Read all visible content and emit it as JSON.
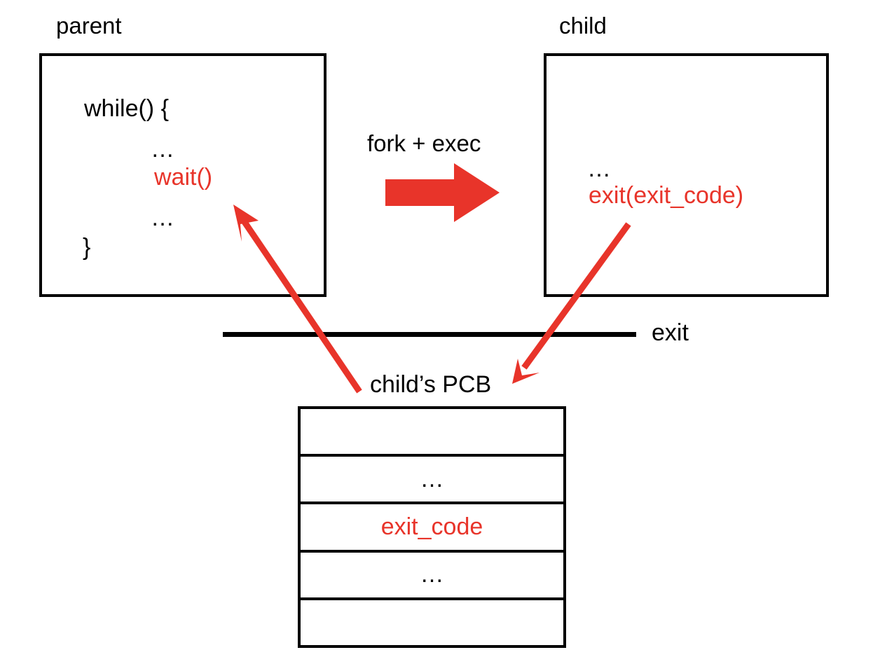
{
  "diagram": {
    "title": "fork/exec, exit and wait with child's PCB",
    "accent_red": "#E8342A",
    "line_black": "#000000"
  },
  "parent": {
    "caption": "parent",
    "code": [
      {
        "text": "while() {",
        "color": "black"
      },
      {
        "text": "…",
        "color": "black"
      },
      {
        "text": "wait()",
        "color": "red"
      },
      {
        "text": "…",
        "color": "black"
      },
      {
        "text": "}",
        "color": "black"
      }
    ]
  },
  "child": {
    "caption": "child",
    "code": [
      {
        "text": "…",
        "color": "black"
      },
      {
        "text": "exit(exit_code)",
        "color": "red"
      }
    ]
  },
  "transition": {
    "label": "fork + exec",
    "arrow_name": "fork-exec-arrow"
  },
  "exit_boundary": {
    "label": "exit"
  },
  "pcb": {
    "caption": "child’s PCB",
    "rows": [
      {
        "text": "",
        "color": "black"
      },
      {
        "text": "…",
        "color": "black"
      },
      {
        "text": "exit_code",
        "color": "red"
      },
      {
        "text": "…",
        "color": "black"
      },
      {
        "text": "",
        "color": "black"
      }
    ]
  },
  "arrows": {
    "wait_arrow": {
      "name": "wait-returns-arrow",
      "from": "child's PCB",
      "to": "wait()"
    },
    "exit_arrow": {
      "name": "exit-writes-arrow",
      "from": "exit(exit_code)",
      "to": "child's PCB"
    }
  }
}
